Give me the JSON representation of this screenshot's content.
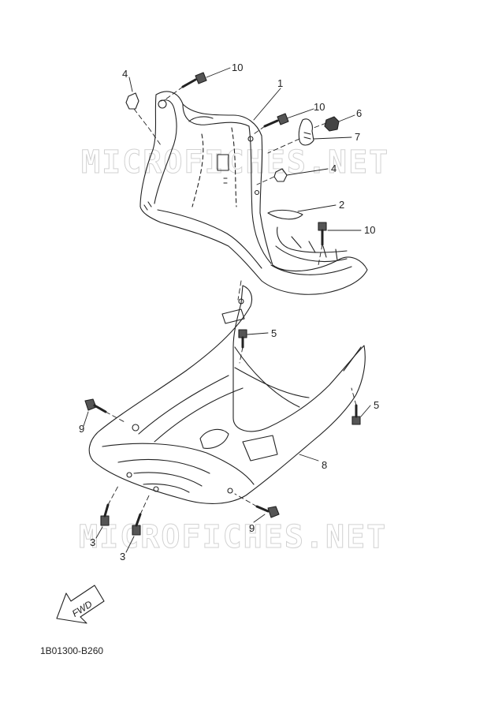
{
  "watermark": "MICROFICHES.NET",
  "diagram_code": "1B01300-B260",
  "fwd_label": "FWD",
  "callouts": {
    "c1": "1",
    "c2": "2",
    "c3a": "3",
    "c3b": "3",
    "c4a": "4",
    "c4b": "4",
    "c5a": "5",
    "c5b": "5",
    "c6": "6",
    "c7": "7",
    "c8": "8",
    "c9a": "9",
    "c9b": "9",
    "c10a": "10",
    "c10b": "10",
    "c10c": "10"
  }
}
